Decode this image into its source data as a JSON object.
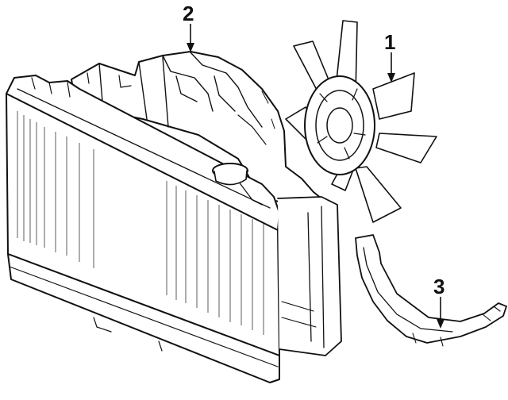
{
  "callouts": {
    "fan": "1",
    "shroud": "2",
    "lower_shroud": "3"
  },
  "colors": {
    "ink": "#111111",
    "paper": "#ffffff"
  }
}
